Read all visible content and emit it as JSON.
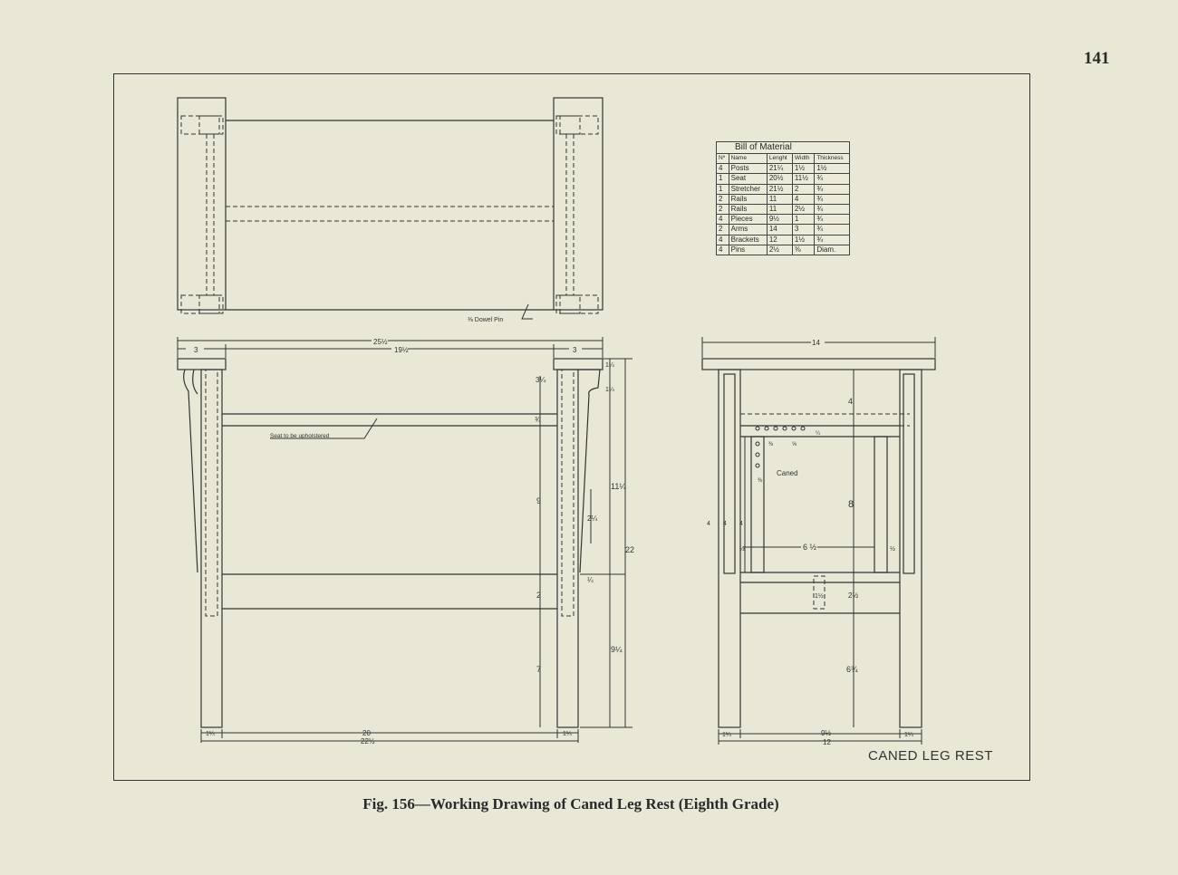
{
  "page": {
    "number": "141"
  },
  "figure": {
    "caption": "Fig. 156—Working Drawing of Caned Leg Rest (Eighth Grade)",
    "plate_title": "CANED LEG REST"
  },
  "bill_of_material": {
    "title": "Bill of Material",
    "headers": [
      "Nº",
      "Name",
      "Lenght",
      "Width",
      "Thickness"
    ],
    "rows": [
      [
        "4",
        "Posts",
        "21¼",
        "1½",
        "1½"
      ],
      [
        "1",
        "Seat",
        "20½",
        "11½",
        "¾"
      ],
      [
        "1",
        "Stretcher",
        "21½",
        "2",
        "¾"
      ],
      [
        "2",
        "Rails",
        "11",
        "4",
        "¾"
      ],
      [
        "2",
        "Rails",
        "11",
        "2½",
        "¾"
      ],
      [
        "4",
        "Pieces",
        "9½",
        "1",
        "¾"
      ],
      [
        "2",
        "Arms",
        "14",
        "3",
        "¾"
      ],
      [
        "4",
        "Brackets",
        "12",
        "1½",
        "¾"
      ],
      [
        "4",
        "Pins",
        "2½",
        "⅜",
        "Diam."
      ]
    ]
  },
  "annotations": {
    "dowel_pin": "⅜ Dowel Pin",
    "seat_note": "Seat to be upholstered",
    "caned": "Caned"
  },
  "dimensions": {
    "top_overall": "25½",
    "top_inner": "19½",
    "top_left": "3",
    "top_right": "3",
    "side_top_a": "3¼",
    "side_top_b": "1¼",
    "side_top_c": "1¼",
    "side_seat_rail": "¾",
    "side_upper_span": "9",
    "side_rail_h": "2",
    "side_lower_span": "7",
    "side_inner_small": "¼",
    "side_post_width": "2¼",
    "side_upper_total": "11¼",
    "side_lower_total": "9¼",
    "side_total": "22",
    "side_bottom_inner": "20",
    "side_bottom_overall": "22½",
    "side_bottom_left": "1¼",
    "side_bottom_right": "1¼",
    "front_top": "14",
    "front_rail_h": "4",
    "front_cane_h": "8",
    "front_lower_rail": "2½",
    "front_lower_span": "6¾",
    "front_cane_w": "6 ½",
    "front_left_a": "4",
    "front_left_b": "4",
    "front_left_c": "4",
    "front_half_l": "½",
    "front_half_r": "½",
    "front_pin": "1½",
    "front_bottom_inner": "9½",
    "front_bottom_overall": "12",
    "front_bottom_left": "1¼",
    "front_bottom_right": "1¼",
    "hole_a": "¼",
    "hole_b": "⅜",
    "hole_c": "⅝",
    "hole_d": "⅜"
  }
}
